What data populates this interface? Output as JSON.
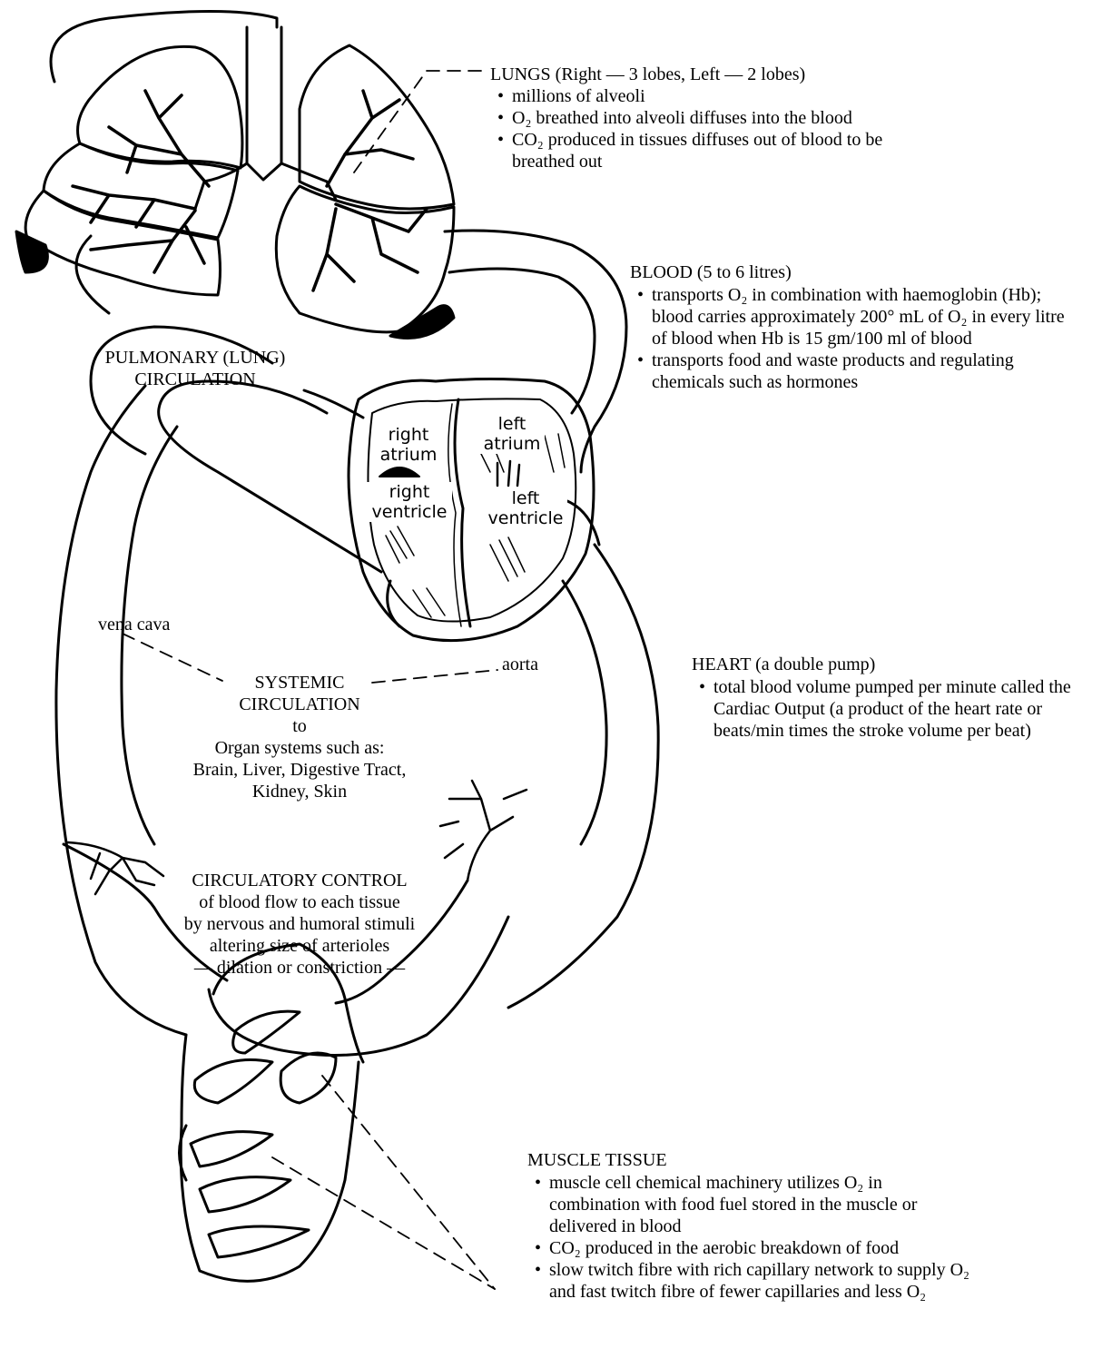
{
  "lungs": {
    "heading": "LUNGS (Right — 3 lobes, Left — 2 lobes)",
    "items": [
      "millions of alveoli",
      "O₂ breathed into alveoli diffuses into the blood",
      "CO₂ produced in tissues diffuses out of blood to be breathed out"
    ]
  },
  "blood": {
    "heading": "BLOOD (5 to 6 litres)",
    "items": [
      "transports O₂ in combination with haemoglobin (Hb); blood carries approximately 200° mL of O₂ in every litre of blood when Hb is 15 gm/100 ml of blood",
      "transports food and waste products and regulating chemicals such as hormones"
    ]
  },
  "pulmonary": {
    "line1": "PULMONARY (LUNG)",
    "line2": "CIRCULATION"
  },
  "heart_chambers": {
    "right_atrium": [
      "right",
      "atrium"
    ],
    "left_atrium": [
      "left",
      "atrium"
    ],
    "right_ventricle": [
      "right",
      "ventricle"
    ],
    "left_ventricle": [
      "left",
      "ventricle"
    ]
  },
  "vena_cava": "vena cava",
  "aorta": "aorta",
  "systemic": {
    "line1": "SYSTEMIC",
    "line2": "CIRCULATION",
    "line3": "to",
    "line4": "Organ systems such as:",
    "line5": "Brain, Liver, Digestive Tract,",
    "line6": "Kidney, Skin"
  },
  "heart": {
    "heading": "HEART (a double pump)",
    "items": [
      "total blood volume pumped per minute called the Cardiac Output (a product of the heart rate or beats/min times the stroke volume per beat)"
    ]
  },
  "control": {
    "line1": "CIRCULATORY CONTROL",
    "line2": "of blood flow to each tissue",
    "line3": "by nervous and humoral stimuli",
    "line4": "altering size of arterioles",
    "line5": "— dilation or constriction —"
  },
  "muscle": {
    "heading": "MUSCLE TISSUE",
    "items": [
      "muscle cell chemical machinery utilizes O₂ in combination with food fuel stored in the muscle or delivered in blood",
      "CO₂ produced in the aerobic breakdown of food",
      "slow twitch fibre with rich capillary network to supply O₂ and fast twitch fibre of fewer capillaries and less O₂"
    ]
  }
}
